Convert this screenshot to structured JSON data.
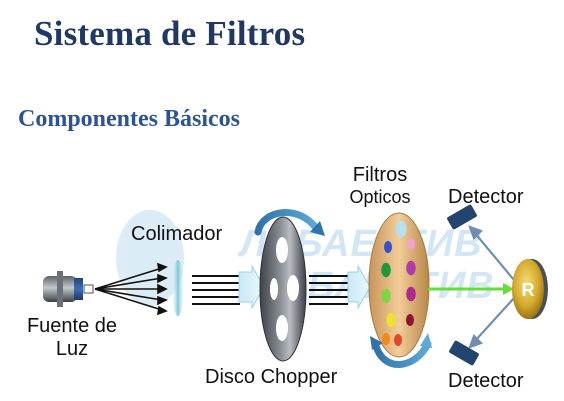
{
  "title": "Sistema de Filtros",
  "subtitle": "Componentes Básicos",
  "labels": {
    "source": [
      "Fuente de",
      "Luz"
    ],
    "collimator": "Colimador",
    "chopper": "Disco Chopper",
    "filters": [
      "Filtros",
      "Opticos"
    ],
    "detector_top": "Detector",
    "detector_bottom": "Detector",
    "reference": "R"
  },
  "watermark": [
    "ЛАБАЕКТИВ",
    "ЛАБАЕКТИВ"
  ],
  "filter_colors": [
    "#b7e0ef",
    "#f2a1c9",
    "#3850c8",
    "#b23aa8",
    "#1f9a3a",
    "#b0288c",
    "#7ed548",
    "#8c1530",
    "#f0e030",
    "#e8452a",
    "#f28a1a"
  ],
  "colors": {
    "title": "#1f3864",
    "subtitle": "#2e5395",
    "beam_green": "#66dd3a",
    "beam_blue": "#6f8fb2"
  }
}
